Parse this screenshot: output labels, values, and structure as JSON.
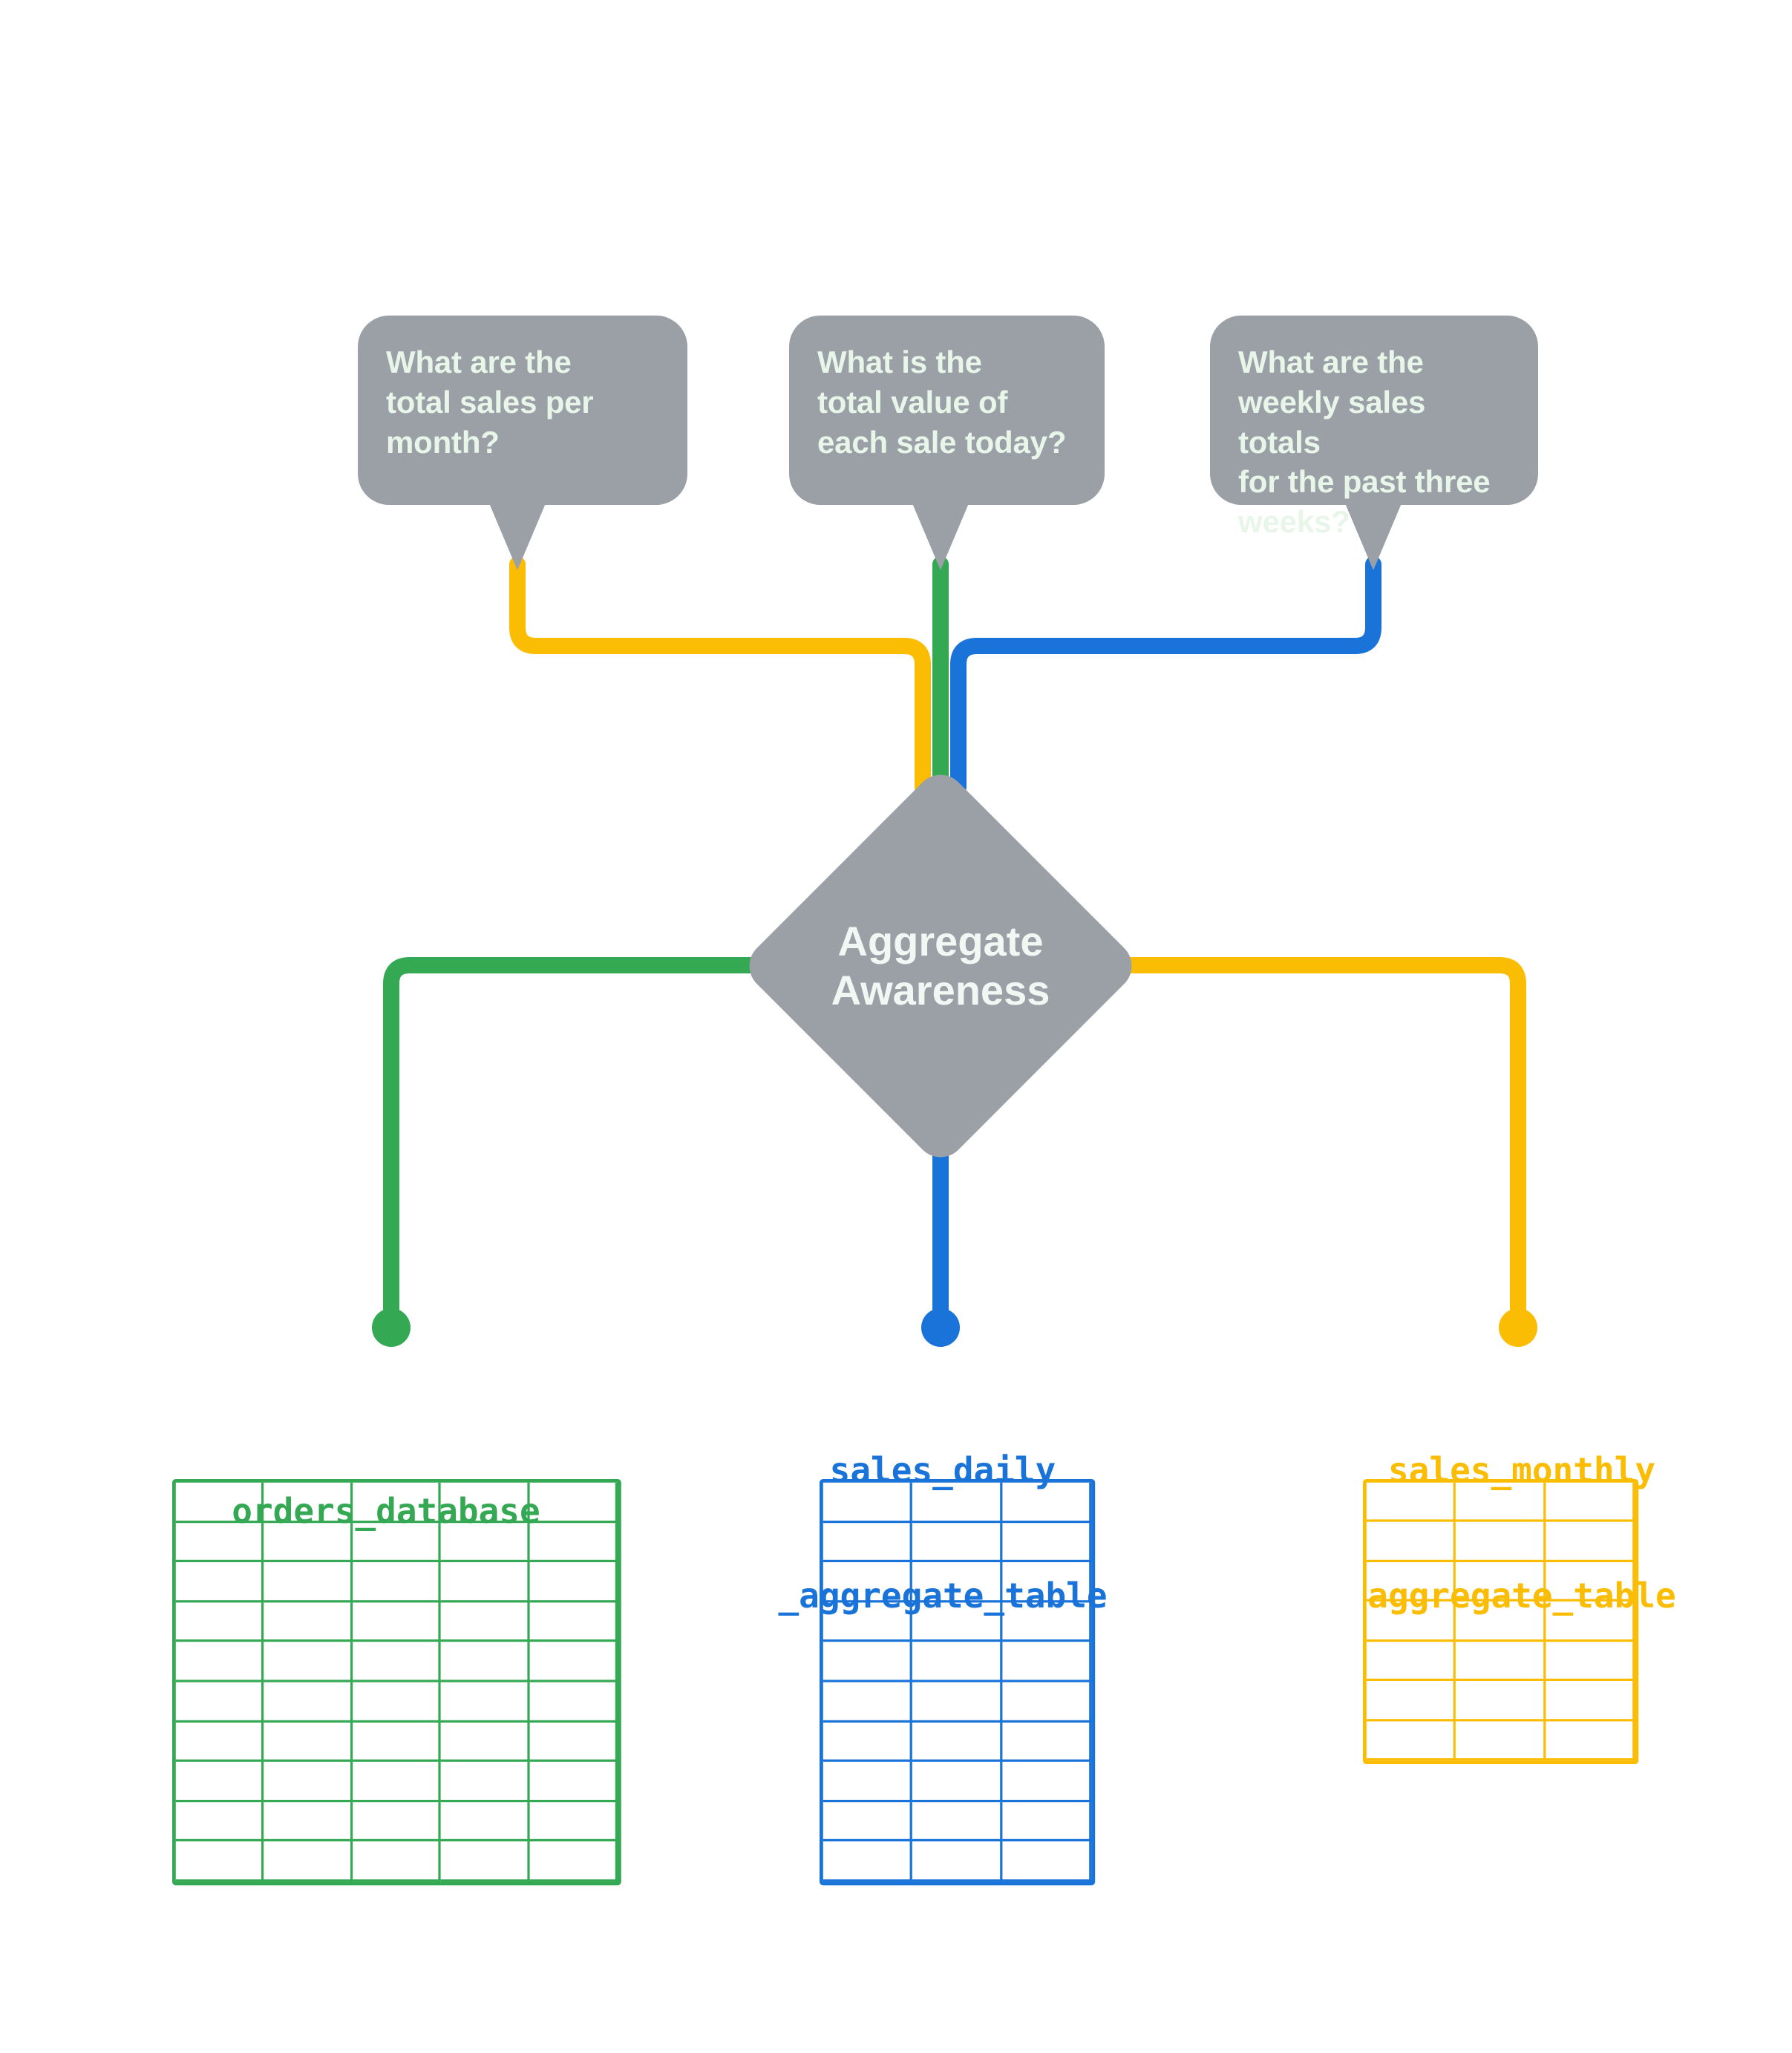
{
  "diagram": {
    "title": "Aggregate Awareness",
    "center_node": {
      "label_line1": "Aggregate",
      "label_line2": "Awareness",
      "shape": "diamond",
      "fill_color": "#9aa0a6",
      "text_color": "#f1f8f4"
    },
    "questions": [
      {
        "id": "question-monthly",
        "text": "What are the total sales per month?",
        "line1": "What are the",
        "line2": "total sales per",
        "line3": "month?",
        "connector_color": "#fbbc04",
        "routes_to": "sales_monthly aggregate_table"
      },
      {
        "id": "question-daily",
        "text": "What is the total value of each sale today?",
        "line1": "What is the",
        "line2": "total value of",
        "line3": "each sale today?",
        "connector_color": "#34a853",
        "routes_to": "orders_database"
      },
      {
        "id": "question-weekly",
        "text": "What are the weekly sales totals for the past three weeks?",
        "line1": "What are the",
        "line2": "weekly sales totals",
        "line3": "for the past three",
        "line4": "weeks?",
        "connector_color": "#1a73d8",
        "routes_to": "sales_daily _aggregate_table"
      }
    ],
    "data_sources": [
      {
        "id": "orders-database",
        "label": "orders_database",
        "label_line1": "orders_database",
        "label_line2": "",
        "color": "#34a853",
        "columns": 5,
        "rows": 10
      },
      {
        "id": "sales-daily-aggregate-table",
        "label": "sales_daily _aggregate_table",
        "label_line1": "sales_daily",
        "label_line2": "_aggregate_table",
        "color": "#1a73d8",
        "columns": 3,
        "rows": 10
      },
      {
        "id": "sales-monthly-aggregate-table",
        "label": "sales_monthly aggregate_table",
        "label_line1": "sales_monthly",
        "label_line2": "aggregate_table",
        "color": "#fbbc04",
        "columns": 3,
        "rows": 7
      }
    ],
    "colors": {
      "green": "#34a853",
      "blue": "#1a73d8",
      "yellow": "#fbbc04",
      "gray": "#9aa0a6",
      "bubble_text": "#e8f5e9",
      "background": "#ffffff"
    }
  }
}
